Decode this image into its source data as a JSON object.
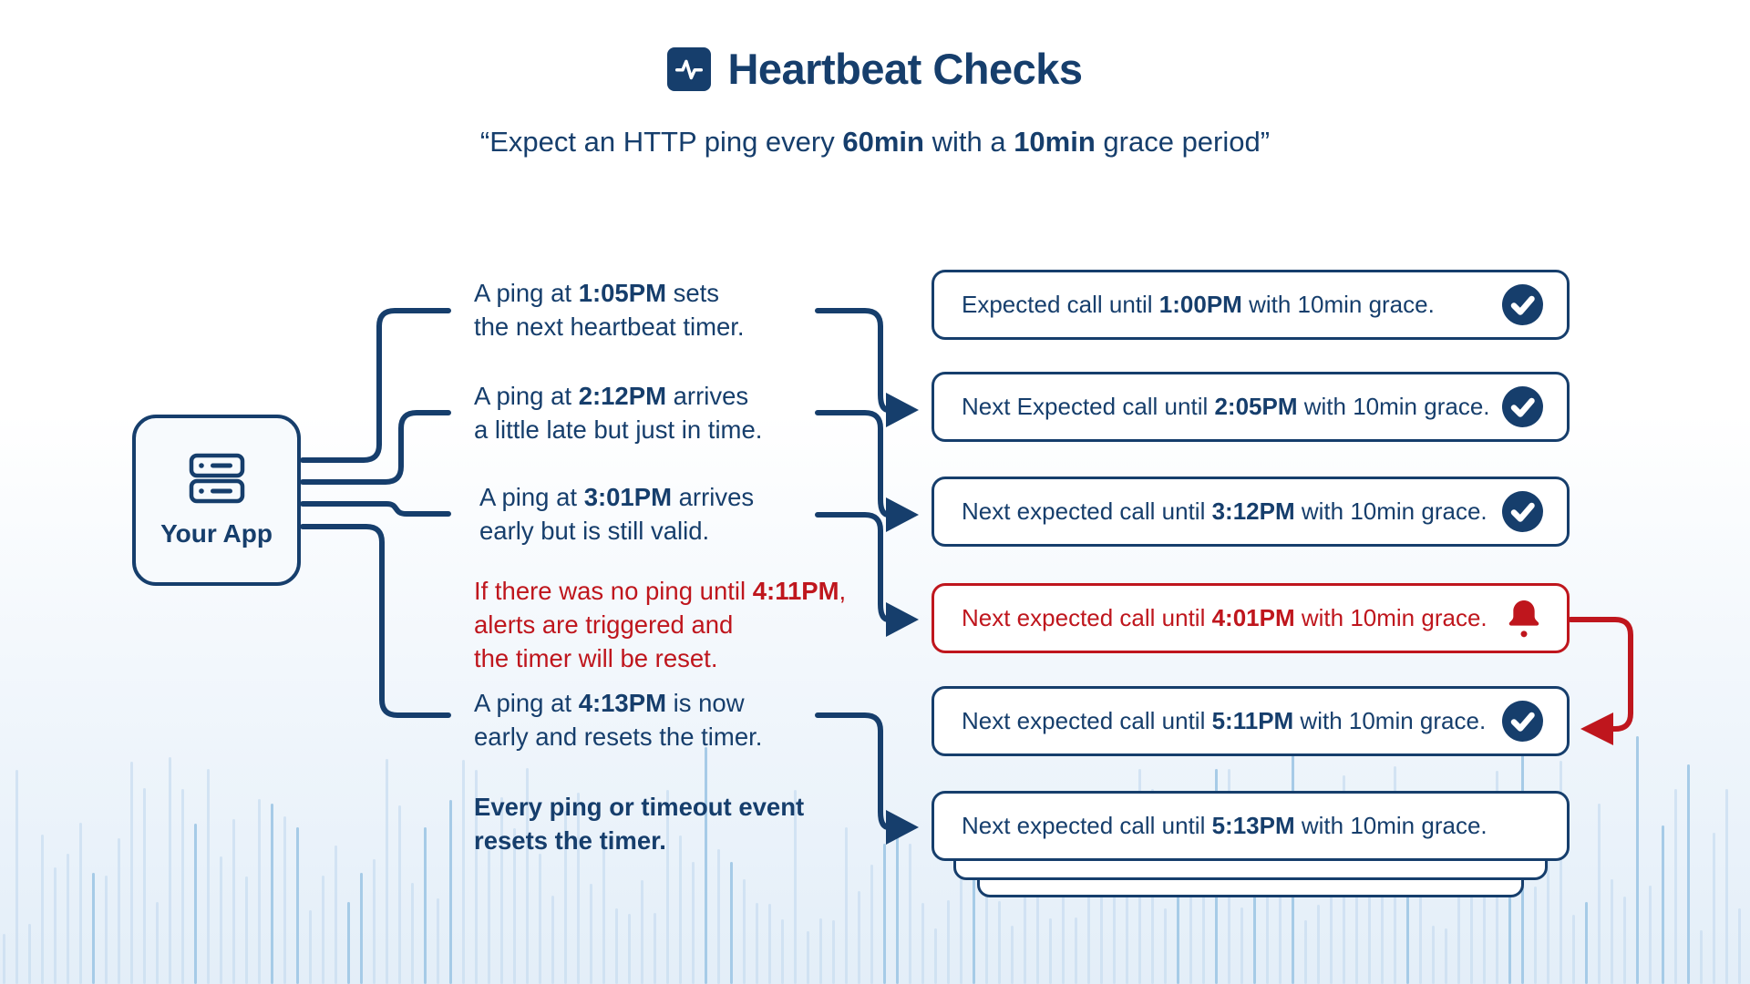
{
  "colors": {
    "navy": "#163e6c",
    "red": "#bf161d",
    "bar_light": "#c9def0",
    "bar_dark": "#9fc6e4",
    "bg_bottom": "#e3eef8"
  },
  "header": {
    "title": "Heartbeat Checks",
    "icon": "activity-icon"
  },
  "subtitle": {
    "segments": [
      {
        "text": "“Expect an HTTP ping every ",
        "bold": false
      },
      {
        "text": "60min",
        "bold": true
      },
      {
        "text": " with a ",
        "bold": false
      },
      {
        "text": "10min",
        "bold": true
      },
      {
        "text": " grace period”",
        "bold": false
      }
    ]
  },
  "app": {
    "label": "Your App",
    "icon": "server-icon"
  },
  "annotations": [
    {
      "id": "ping-1-05",
      "style": "normal",
      "lines": [
        [
          {
            "text": "A ping at ",
            "bold": false
          },
          {
            "text": "1:05PM",
            "bold": true
          },
          {
            "text": " sets",
            "bold": false
          }
        ],
        [
          {
            "text": "the next heartbeat timer.",
            "bold": false
          }
        ]
      ]
    },
    {
      "id": "ping-2-12",
      "style": "normal",
      "lines": [
        [
          {
            "text": "A ping at ",
            "bold": false
          },
          {
            "text": "2:12PM",
            "bold": true
          },
          {
            "text": " arrives",
            "bold": false
          }
        ],
        [
          {
            "text": "a little late but just in time.",
            "bold": false
          }
        ]
      ]
    },
    {
      "id": "ping-3-01",
      "style": "normal",
      "lines": [
        [
          {
            "text": "A ping at ",
            "bold": false
          },
          {
            "text": "3:01PM",
            "bold": true
          },
          {
            "text": " arrives",
            "bold": false
          }
        ],
        [
          {
            "text": "early but is still valid.",
            "bold": false
          }
        ]
      ]
    },
    {
      "id": "no-ping-4-11",
      "style": "alert",
      "lines": [
        [
          {
            "text": "If there was no ping until ",
            "bold": false
          },
          {
            "text": "4:11PM",
            "bold": true
          },
          {
            "text": ",",
            "bold": false
          }
        ],
        [
          {
            "text": "alerts are triggered and",
            "bold": false
          }
        ],
        [
          {
            "text": "the timer will be reset.",
            "bold": false
          }
        ]
      ]
    },
    {
      "id": "ping-4-13",
      "style": "normal",
      "lines": [
        [
          {
            "text": "A ping at ",
            "bold": false
          },
          {
            "text": "4:13PM",
            "bold": true
          },
          {
            "text": " is now",
            "bold": false
          }
        ],
        [
          {
            "text": "early and resets the timer.",
            "bold": false
          }
        ]
      ]
    },
    {
      "id": "reset-note",
      "style": "strong",
      "lines": [
        [
          {
            "text": "Every ping or timeout event",
            "bold": true
          }
        ],
        [
          {
            "text": "resets the timer.",
            "bold": true
          }
        ]
      ]
    }
  ],
  "status_boxes": [
    {
      "id": "box-1-00",
      "variant": "ok",
      "icon": "check-icon",
      "segments": [
        {
          "text": "Expected call until ",
          "bold": false
        },
        {
          "text": "1:00PM",
          "bold": true
        },
        {
          "text": " with 10min grace.",
          "bold": false
        }
      ]
    },
    {
      "id": "box-2-05",
      "variant": "ok",
      "icon": "check-icon",
      "segments": [
        {
          "text": "Next Expected call until ",
          "bold": false
        },
        {
          "text": "2:05PM",
          "bold": true
        },
        {
          "text": " with 10min grace.",
          "bold": false
        }
      ]
    },
    {
      "id": "box-3-12",
      "variant": "ok",
      "icon": "check-icon",
      "segments": [
        {
          "text": "Next expected call until ",
          "bold": false
        },
        {
          "text": "3:12PM",
          "bold": true
        },
        {
          "text": " with 10min grace.",
          "bold": false
        }
      ]
    },
    {
      "id": "box-4-01",
      "variant": "alert",
      "icon": "bell-icon",
      "segments": [
        {
          "text": "Next expected call until ",
          "bold": false
        },
        {
          "text": "4:01PM",
          "bold": true
        },
        {
          "text": " with 10min grace.",
          "bold": false
        }
      ]
    },
    {
      "id": "box-5-11",
      "variant": "ok",
      "icon": "check-icon",
      "segments": [
        {
          "text": "Next expected call until ",
          "bold": false
        },
        {
          "text": "5:11PM",
          "bold": true
        },
        {
          "text": " with 10min grace.",
          "bold": false
        }
      ]
    },
    {
      "id": "box-5-13",
      "variant": "plain",
      "icon": null,
      "segments": [
        {
          "text": "Next expected call until ",
          "bold": false
        },
        {
          "text": "5:13PM",
          "bold": true
        },
        {
          "text": " with 10min grace.",
          "bold": false
        }
      ]
    }
  ]
}
